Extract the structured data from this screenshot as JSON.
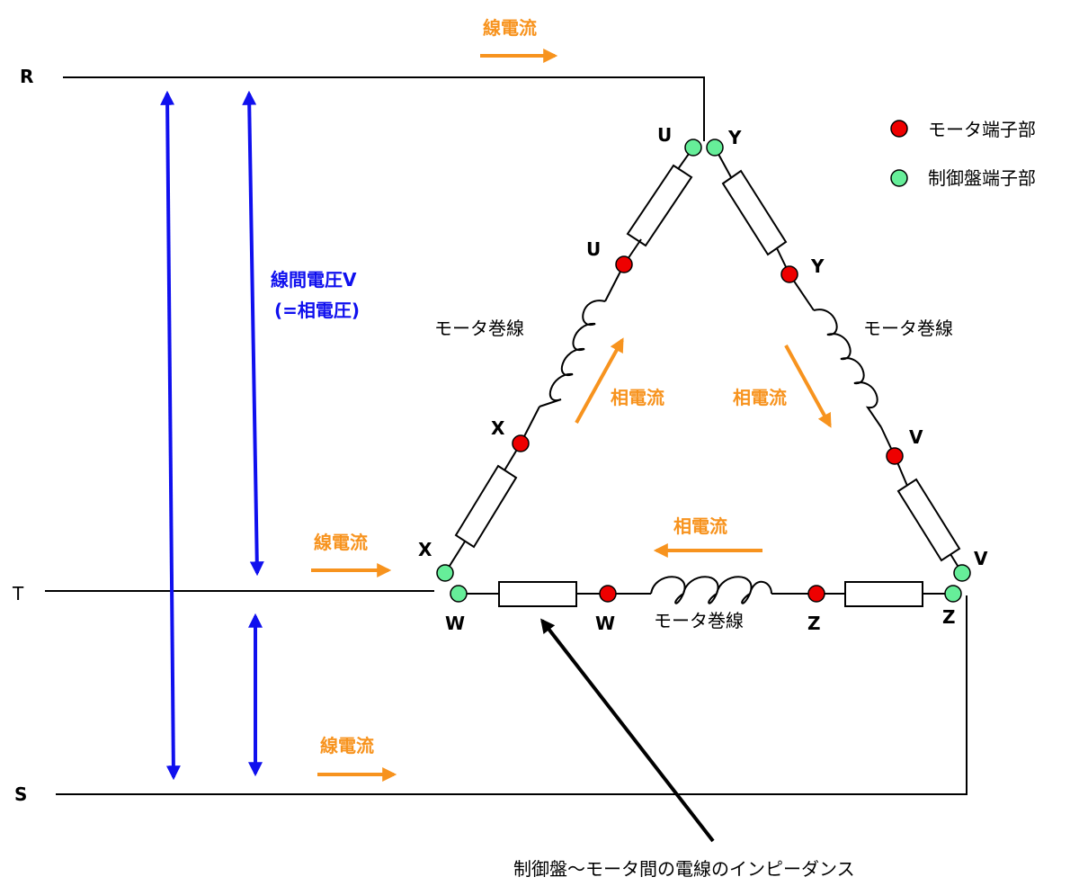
{
  "lines": {
    "r": "R",
    "t": "T",
    "s": "S"
  },
  "line_current_label": "線電流",
  "phase_current_label": "相電流",
  "voltage": {
    "line1": "線間電圧V",
    "line2": "(=相電圧)"
  },
  "winding_label": "モータ巻線",
  "legend": {
    "motor_terminal": "モータ端子部",
    "panel_terminal": "制御盤端子部"
  },
  "terminals": {
    "u": "U",
    "y": "Y",
    "x": "X",
    "v": "V",
    "w": "W",
    "z": "Z"
  },
  "impedance_caption": "制御盤～モータ間の電線のインピーダンス",
  "colors": {
    "motor_terminal": "#ee0000",
    "panel_terminal": "#66ee99",
    "voltage_arrow": "#1010ee",
    "current_arrow": "#f7931e",
    "wire": "#000000"
  }
}
